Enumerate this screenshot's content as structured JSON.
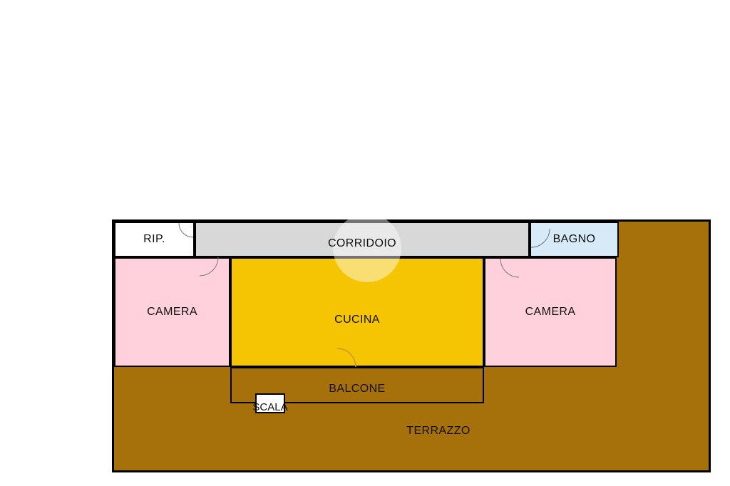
{
  "plan": {
    "type": "apartment-floor-plan",
    "wall_color": "#000000",
    "background_color": "#ffffff",
    "rooms": {
      "rip": {
        "label": "RIP.",
        "color": "#ffffff"
      },
      "corridoio": {
        "label": "CORRIDOIO",
        "color": "#d8d8d8"
      },
      "bagno": {
        "label": "BAGNO",
        "color": "#d6eaf8"
      },
      "camera_left": {
        "label": "CAMERA",
        "color": "#ffd1dc"
      },
      "cucina": {
        "label": "CUCINA",
        "color": "#f5c403"
      },
      "camera_right": {
        "label": "CAMERA",
        "color": "#ffd1dc"
      },
      "balcone": {
        "label": "BALCONE",
        "color": "#a6700a"
      },
      "scala": {
        "label": "SCALA",
        "color": "#ffffff"
      },
      "terrazzo": {
        "label": "TERRAZZO",
        "color": "#a6700a"
      }
    }
  }
}
